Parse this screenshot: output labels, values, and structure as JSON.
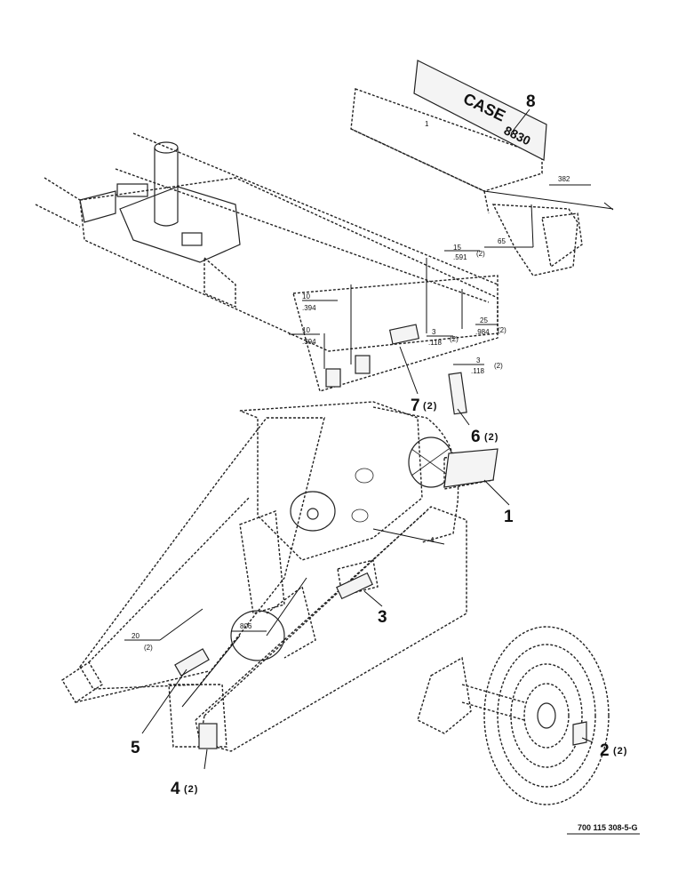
{
  "callouts": [
    {
      "id": "8",
      "qty": ""
    },
    {
      "id": "7",
      "qty": "(2)"
    },
    {
      "id": "6",
      "qty": "(2)"
    },
    {
      "id": "1",
      "qty": ""
    },
    {
      "id": "3",
      "qty": ""
    },
    {
      "id": "5",
      "qty": ""
    },
    {
      "id": "4",
      "qty": "(2)"
    },
    {
      "id": "2",
      "qty": "(2)"
    }
  ],
  "dimensions": {
    "d382": "382",
    "d65": "65",
    "d15": "15",
    "d591": ".591",
    "d15q": "(2)",
    "d10a": "10",
    "d394a": ".394",
    "d10b": "10",
    "d394b": ".394",
    "d3a": "3",
    "d118a": ".118",
    "d3aq": "(2)",
    "d25": "25",
    "d984": ".984",
    "d25q": "(2)",
    "d3b": "3",
    "d118b": ".118",
    "d3bq": "(2)",
    "d4": "4",
    "d20": "20",
    "d20q": "(2)",
    "d806": "806",
    "d1": "1"
  },
  "decal_text": "CASE",
  "decal_number": "8830",
  "part_number": "700 115 308-5-G"
}
